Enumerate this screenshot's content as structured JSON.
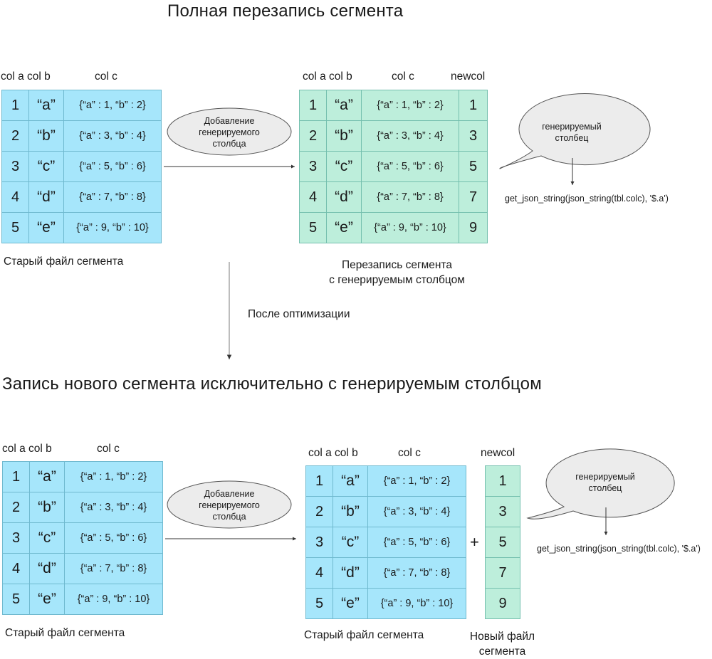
{
  "titles": {
    "top": "Полная перезапись сегмента",
    "bottom": "Запись нового сегмента исключительно с генерируемым столбцом"
  },
  "colors": {
    "old_segment": "#a6e6fb",
    "new_segment": "#bdeedb",
    "bubble_fill": "#ececec"
  },
  "headers": {
    "col_ab": "col a col b",
    "col_c": "col c",
    "newcol": "newcol"
  },
  "rows": [
    {
      "a": "1",
      "b": "“a”",
      "c": "{“a” : 1, “b” : 2}",
      "newcol": "1"
    },
    {
      "a": "2",
      "b": "“b”",
      "c": "{“a” : 3, “b” : 4}",
      "newcol": "3"
    },
    {
      "a": "3",
      "b": "“c”",
      "c": "{“a” : 5, “b” : 6}",
      "newcol": "5"
    },
    {
      "a": "4",
      "b": "“d”",
      "c": "{“a” : 7, “b” : 8}",
      "newcol": "7"
    },
    {
      "a": "5",
      "b": "“e”",
      "c": "{“a” : 9, “b” : 10}",
      "newcol": "9"
    }
  ],
  "labels": {
    "add_generated_column_l1": "Добавление",
    "add_generated_column_l2": "генерируемого",
    "add_generated_column_l3": "столбца",
    "generated_column_l1": "генерируемый",
    "generated_column_l2": "столбец",
    "expression": "get_json_string(json_string(tbl.colc), '$.a')",
    "old_segment_file": "Старый файл сегмента",
    "rewrite_l1": "Перезапись сегмента",
    "rewrite_l2": "с генерируемым столбцом",
    "after_optimization": "После оптимизации",
    "plus": "+",
    "new_segment_file_l1": "Новый файл",
    "new_segment_file_l2": "сегмента"
  }
}
